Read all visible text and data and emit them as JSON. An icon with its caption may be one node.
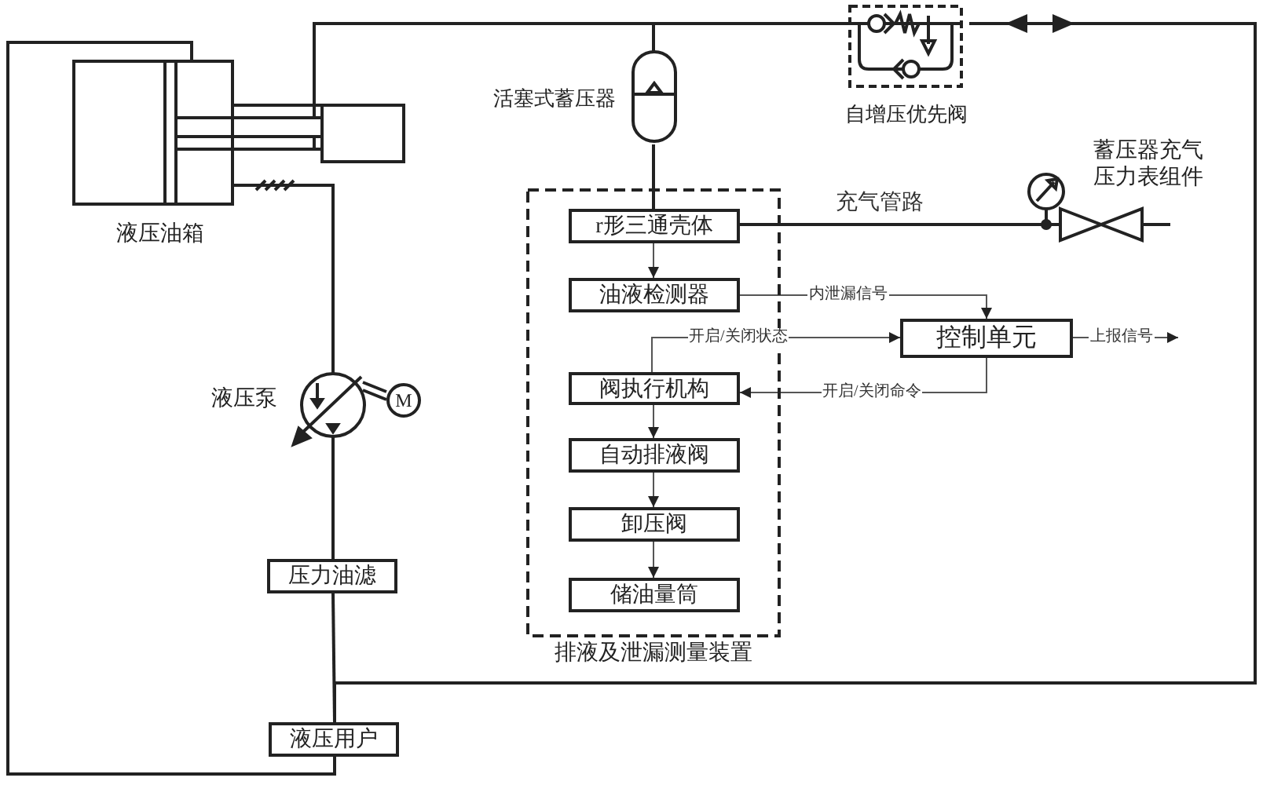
{
  "diagram": {
    "nodes": [
      {
        "text": [
          "液压油箱"
        ]
      },
      {
        "text": [
          "活塞式蓄压器"
        ]
      },
      {
        "text": [
          "自增压优先阀"
        ]
      },
      {
        "text": [
          "蓄压器充气压力表组件"
        ]
      },
      {
        "text": [
          "排液及泄漏测量装置"
        ]
      },
      {
        "text": [
          "r形三通壳体"
        ],
        "in": 4
      },
      {
        "text": [
          "油液检测器"
        ],
        "in": 4
      },
      {
        "text": [
          "阀执行机构"
        ],
        "in": 4
      },
      {
        "text": [
          "自动排液阀"
        ],
        "in": 4
      },
      {
        "text": [
          "卸压阀"
        ],
        "in": 4
      },
      {
        "text": [
          "储油量筒"
        ],
        "in": 4
      },
      {
        "text": [
          "控制单元"
        ]
      },
      {
        "text": [
          "液压泵"
        ]
      },
      {
        "text": [
          "压力油滤"
        ]
      },
      {
        "text": [
          "液压用户"
        ]
      },
      {
        "text": [
          "M"
        ]
      }
    ],
    "edges": [
      {
        "from": 0,
        "to": 1,
        "arrow": "none"
      },
      {
        "from": 0,
        "to": 2,
        "arrow": "none"
      },
      {
        "from": 2,
        "to": 14,
        "arrow": "none"
      },
      {
        "from": 0,
        "to": 14,
        "arrow": "none"
      },
      {
        "from": 0,
        "to": 12,
        "arrow": "none"
      },
      {
        "from": 15,
        "to": 12,
        "arrow": "none"
      },
      {
        "from": 12,
        "to": 13,
        "arrow": "none"
      },
      {
        "from": 13,
        "to": 14,
        "arrow": "none"
      },
      {
        "from": 1,
        "to": 5,
        "arrow": "none"
      },
      {
        "from": 5,
        "to": 3,
        "arrow": "none",
        "label": "充气管路"
      },
      {
        "from": 5,
        "to": 6,
        "arrow": "to"
      },
      {
        "from": 6,
        "to": 11,
        "arrow": "to",
        "label": "内泄漏信号"
      },
      {
        "from": 7,
        "to": 11,
        "arrow": "to",
        "label": "开启/关闭状态"
      },
      {
        "from": 11,
        "to": 7,
        "arrow": "to",
        "label": "开启/关闭命令"
      },
      {
        "from": 11,
        "to": null,
        "arrow": "to",
        "label": "上报信号"
      },
      {
        "from": 7,
        "to": 8,
        "arrow": "to"
      },
      {
        "from": 8,
        "to": 9,
        "arrow": "to"
      },
      {
        "from": 9,
        "to": 10,
        "arrow": "to"
      }
    ]
  }
}
